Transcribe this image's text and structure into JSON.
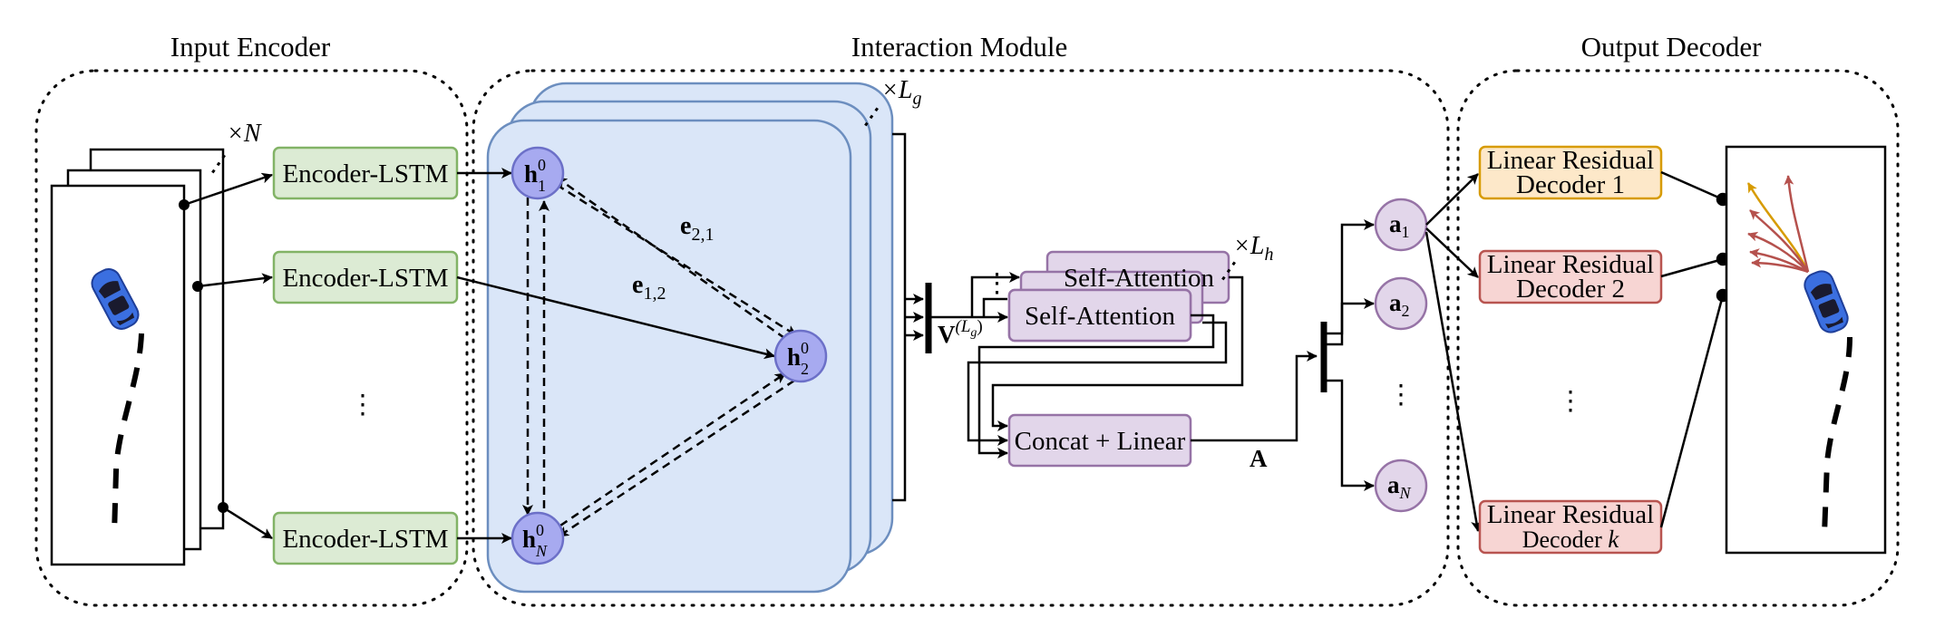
{
  "sections": {
    "input": "Input Encoder",
    "interaction": "Interaction Module",
    "output": "Output Decoder"
  },
  "multipliers": {
    "agents": "×N",
    "graph": "×L",
    "graph_sub": "g",
    "heads": "×L",
    "heads_sub": "h"
  },
  "encoder": {
    "label": "Encoder-LSTM"
  },
  "nodes": {
    "h_base": "h",
    "h_sup": "0",
    "h1_sub": "1",
    "h2_sub": "2",
    "hN_sub": "N",
    "a_base": "a",
    "a1_sub": "1",
    "a2_sub": "2",
    "aN_sub": "N"
  },
  "edges": {
    "e_base": "e",
    "e21_sub": "2,1",
    "e12_sub": "1,2"
  },
  "interaction": {
    "v_base": "V",
    "v_sup": "(L",
    "v_sup_sub": "g",
    "v_close": ")",
    "self_attention": "Self-Attention",
    "concat": "Concat + Linear",
    "a_out": "A"
  },
  "decoder": {
    "d1_line1": "Linear Residual",
    "d1_line2": "Decoder 1",
    "d2_line1": "Linear Residual",
    "d2_line2": "Decoder 2",
    "dk_line1": "Linear Residual",
    "dk_line2": "Decoder",
    "dk_k": "k"
  },
  "ellipsis": "⋮",
  "colors": {
    "encoder_fill": "#dcebd4",
    "encoder_stroke": "#82b366",
    "graph_fill": "#dae6f8",
    "graph_stroke": "#6c8ebf",
    "node_fill": "#a7aaf0",
    "node_stroke": "#6c70c8",
    "attn_fill": "#e2d6ea",
    "attn_stroke": "#9673a6",
    "dec1_fill": "#fde8c9",
    "dec1_stroke": "#d79b00",
    "dec2_fill": "#f7d5d3",
    "dec2_stroke": "#b85450",
    "car": "#3b6fe0",
    "traj_red": "#b5514d",
    "traj_orange": "#d79b00"
  }
}
